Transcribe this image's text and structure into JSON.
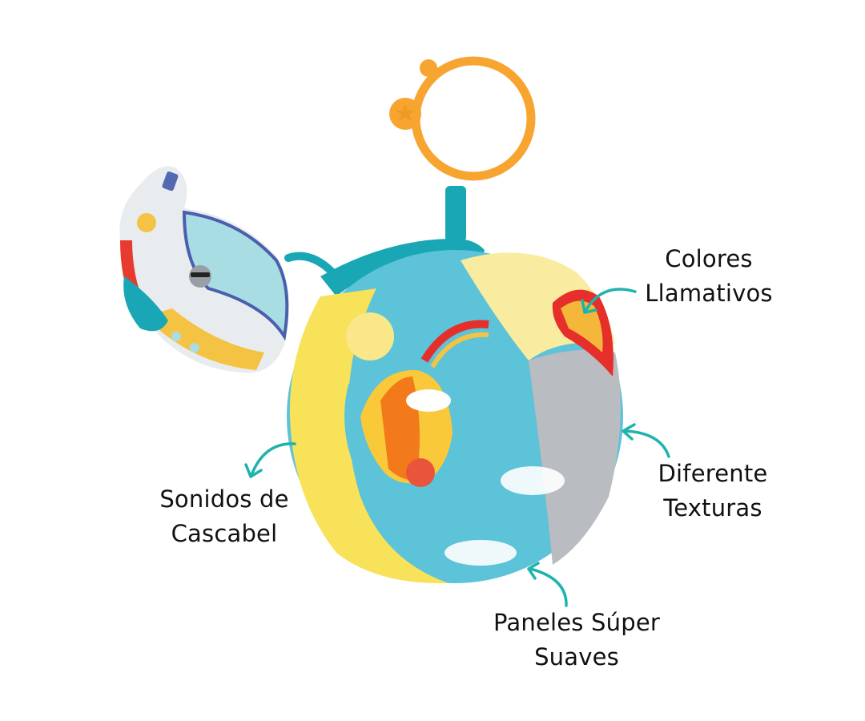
{
  "annotations": {
    "colores": {
      "line1": "Colores",
      "line2": "Llamativos"
    },
    "texturas": {
      "line1": "Diferente",
      "line2": "Texturas"
    },
    "sonidos": {
      "line1": "Sonidos de",
      "line2": "Cascabel"
    },
    "paneles": {
      "line1": "Paneles Súper",
      "line2": "Suaves"
    }
  },
  "colors": {
    "arrow": "#1fb3ad",
    "text": "#111111",
    "ring": "#f7a530",
    "strap": "#1aa7b5",
    "ball_sky": "#5cc3d8",
    "ball_yellow": "#f7e25a",
    "ball_road": "#b9bcc0",
    "balloon_orange": "#f27a1a",
    "balloon_yellow": "#f9c93a",
    "heart_red": "#e62e2b"
  },
  "product": {
    "name": "plush-activity-ball",
    "parts": [
      "orange-ring",
      "teal-strap",
      "airplane-rattle",
      "ball-body",
      "hot-air-balloon-flap"
    ]
  }
}
